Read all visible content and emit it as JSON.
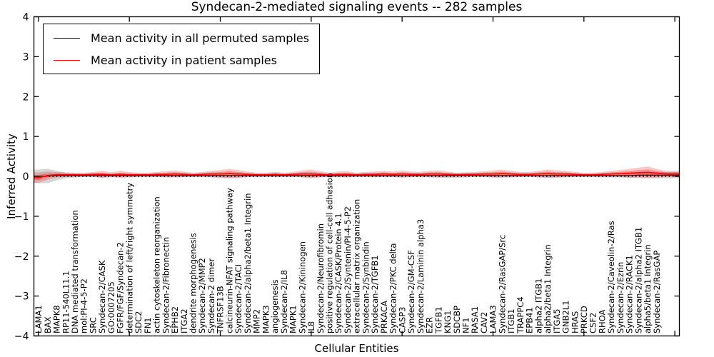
{
  "chart_data": {
    "type": "line",
    "title": "Syndecan-2-mediated signaling events -- 282 samples",
    "xlabel": "Cellular Entities",
    "ylabel": "Inferred Activity",
    "ylim": [
      -4,
      4
    ],
    "yticks": [
      4,
      3,
      2,
      1,
      0,
      -1,
      -2,
      -3,
      -4
    ],
    "x_major_tick_every": 10,
    "grid": false,
    "legend_position": "upper left",
    "zero_line": {
      "y": 0,
      "style": "dotted",
      "color": "#000000"
    },
    "categories": [
      "LAMA1",
      "BAX",
      "MAPK8",
      "RP11-540L11.1",
      "DNA mediated transformation",
      "mol:PI-4-5-P2",
      "SRC",
      "Syndecan-2/CASK",
      "GO:0007205",
      "FGFR/FGF/Syndecan-2",
      "determination of left/right symmetry",
      "SDC2",
      "FN1",
      "actin cytoskeleton reorganization",
      "Syndecan-2/Fibronectin",
      "EPHB2",
      "ITGA2",
      "dendrite morphogenesis",
      "Syndecan-2/MMP2",
      "Syndecan-2 dimer",
      "TNFRSF13B",
      "calcineurin-NFAT signaling pathway",
      "Syndecan-2/TACI",
      "Syndecan-2/alpha2/beta1 Integrin",
      "MMP2",
      "MAPK3",
      "angiogenesis",
      "Syndecan-2/IL8",
      "MAPK1",
      "Syndecan-2/Kininogen",
      "IL8",
      "Syndecan-2/Neurofibromin",
      "positive regulation of cell-cell adhesion",
      "Syndecan-2/CASK/Protein 4.1",
      "Syndecan-2/Syntenin/PI-4-5-P2",
      "extracellular matrix organization",
      "Syndecan-2/Synbindin",
      "Syndecan-2/TGFB1",
      "PRKACA",
      "Syndecan-2/PKC delta",
      "CASP3",
      "Syndecan-2/GM-CSF",
      "Syndecan-2/Laminin alpha3",
      "EZR",
      "TGFB1",
      "KNG1",
      "SDCBP",
      "NF1",
      "RASA1",
      "CAV2",
      "LAMA3",
      "Syndecan-2/RasGAP/Src",
      "ITGB1",
      "TRAPPC4",
      "EPB41",
      "alpha2 ITGB1",
      "alpha2/beta1 Integrin",
      "ITGA5",
      "GNB2L1",
      "HRAS",
      "PRKCD",
      "CSF2",
      "RHOA",
      "Syndecan-2/Caveolin-2/Ras",
      "Syndecan-2/Ezrin",
      "Syndecan-2/RACK1",
      "Syndecan-2/alpha2 ITGB1",
      "alpha5/beta1 Integrin",
      "Syndecan-2/RasGAP",
      "",
      ""
    ],
    "series": [
      {
        "name": "Mean activity in all permuted samples",
        "color": "#000000",
        "band_color": "rgba(0,0,0,0.16)",
        "values": [
          0.0,
          0.01,
          0.02,
          0.02,
          0.02,
          0.02,
          0.02,
          0.02,
          0.02,
          0.02,
          0.02,
          0.02,
          0.02,
          0.02,
          0.02,
          0.02,
          0.02,
          0.02,
          0.02,
          0.02,
          0.02,
          0.02,
          0.02,
          0.02,
          0.02,
          0.02,
          0.02,
          0.02,
          0.02,
          0.02,
          0.02,
          0.02,
          0.02,
          0.02,
          0.02,
          0.02,
          0.02,
          0.02,
          0.02,
          0.02,
          0.02,
          0.02,
          0.02,
          0.02,
          0.02,
          0.02,
          0.02,
          0.02,
          0.02,
          0.02,
          0.02,
          0.02,
          0.02,
          0.02,
          0.02,
          0.02,
          0.02,
          0.02,
          0.02,
          0.02,
          0.02,
          0.02,
          0.02,
          0.02,
          0.02,
          0.02,
          0.03,
          0.03,
          0.03,
          0.03,
          0.03
        ],
        "band_halfwidth": [
          0.17,
          0.18,
          0.12,
          0.07,
          0.05,
          0.04,
          0.04,
          0.05,
          0.04,
          0.04,
          0.04,
          0.04,
          0.04,
          0.04,
          0.04,
          0.04,
          0.04,
          0.04,
          0.04,
          0.05,
          0.05,
          0.06,
          0.05,
          0.04,
          0.04,
          0.04,
          0.04,
          0.04,
          0.04,
          0.04,
          0.05,
          0.04,
          0.04,
          0.04,
          0.04,
          0.04,
          0.04,
          0.04,
          0.04,
          0.04,
          0.05,
          0.04,
          0.04,
          0.05,
          0.05,
          0.06,
          0.06,
          0.05,
          0.04,
          0.04,
          0.05,
          0.05,
          0.05,
          0.04,
          0.04,
          0.05,
          0.06,
          0.05,
          0.05,
          0.04,
          0.04,
          0.04,
          0.05,
          0.05,
          0.05,
          0.06,
          0.06,
          0.07,
          0.08,
          0.08,
          0.08
        ]
      },
      {
        "name": "Mean activity in patient samples",
        "color": "#ff0000",
        "band_color": "rgba(255,0,0,0.22)",
        "band_color_inner": "rgba(255,0,0,0.30)",
        "values": [
          -0.03,
          0.02,
          0.04,
          0.04,
          0.04,
          0.04,
          0.05,
          0.05,
          0.04,
          0.05,
          0.04,
          0.04,
          0.04,
          0.05,
          0.05,
          0.06,
          0.05,
          0.04,
          0.05,
          0.06,
          0.06,
          0.07,
          0.06,
          0.05,
          0.04,
          0.04,
          0.05,
          0.04,
          0.05,
          0.06,
          0.06,
          0.05,
          0.04,
          0.05,
          0.05,
          0.04,
          0.05,
          0.05,
          0.06,
          0.05,
          0.06,
          0.05,
          0.05,
          0.06,
          0.06,
          0.05,
          0.04,
          0.05,
          0.05,
          0.06,
          0.06,
          0.07,
          0.06,
          0.05,
          0.05,
          0.06,
          0.07,
          0.06,
          0.06,
          0.05,
          0.04,
          0.04,
          0.05,
          0.06,
          0.07,
          0.08,
          0.09,
          0.1,
          0.08,
          0.06,
          0.06
        ],
        "band_halfwidth": [
          0.13,
          0.1,
          0.07,
          0.06,
          0.05,
          0.05,
          0.06,
          0.09,
          0.06,
          0.09,
          0.07,
          0.05,
          0.05,
          0.06,
          0.08,
          0.09,
          0.07,
          0.05,
          0.06,
          0.08,
          0.1,
          0.12,
          0.1,
          0.07,
          0.05,
          0.05,
          0.06,
          0.05,
          0.06,
          0.09,
          0.11,
          0.08,
          0.05,
          0.07,
          0.08,
          0.05,
          0.06,
          0.07,
          0.08,
          0.07,
          0.09,
          0.07,
          0.06,
          0.08,
          0.09,
          0.07,
          0.05,
          0.05,
          0.06,
          0.07,
          0.09,
          0.1,
          0.08,
          0.06,
          0.06,
          0.08,
          0.1,
          0.09,
          0.08,
          0.06,
          0.05,
          0.05,
          0.06,
          0.08,
          0.09,
          0.11,
          0.13,
          0.15,
          0.11,
          0.08,
          0.08
        ]
      }
    ]
  }
}
